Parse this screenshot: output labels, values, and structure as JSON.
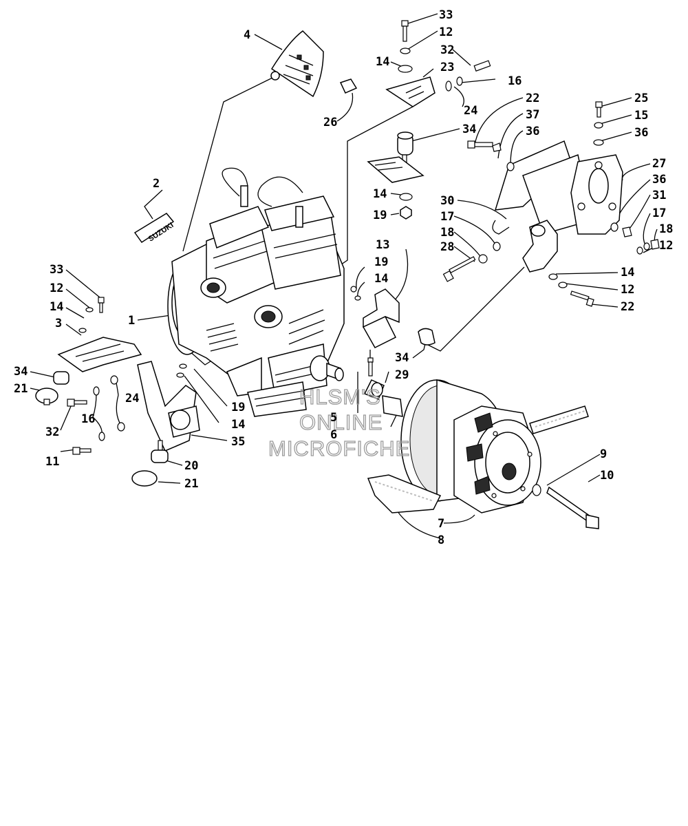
{
  "diagram": {
    "callouts": [
      {
        "id": "c33a",
        "text": "33"
      },
      {
        "id": "c12a",
        "text": "12"
      },
      {
        "id": "c32a",
        "text": "32"
      },
      {
        "id": "c14a",
        "text": "14"
      },
      {
        "id": "c23",
        "text": "23"
      },
      {
        "id": "c16a",
        "text": "16"
      },
      {
        "id": "c24a",
        "text": "24"
      },
      {
        "id": "c22a",
        "text": "22"
      },
      {
        "id": "c37",
        "text": "37"
      },
      {
        "id": "c36a",
        "text": "36"
      },
      {
        "id": "c34a",
        "text": "34"
      },
      {
        "id": "c25",
        "text": "25"
      },
      {
        "id": "c15",
        "text": "15"
      },
      {
        "id": "c36b",
        "text": "36"
      },
      {
        "id": "c27",
        "text": "27"
      },
      {
        "id": "c36c",
        "text": "36"
      },
      {
        "id": "c31",
        "text": "31"
      },
      {
        "id": "c17a",
        "text": "17"
      },
      {
        "id": "c18a",
        "text": "18"
      },
      {
        "id": "c12b",
        "text": "12"
      },
      {
        "id": "c30",
        "text": "30"
      },
      {
        "id": "c17b",
        "text": "17"
      },
      {
        "id": "c18b",
        "text": "18"
      },
      {
        "id": "c28",
        "text": "28"
      },
      {
        "id": "c14b",
        "text": "14"
      },
      {
        "id": "c12c",
        "text": "12"
      },
      {
        "id": "c22b",
        "text": "22"
      },
      {
        "id": "c4",
        "text": "4"
      },
      {
        "id": "c26",
        "text": "26"
      },
      {
        "id": "c2",
        "text": "2"
      },
      {
        "id": "c14c",
        "text": "14"
      },
      {
        "id": "c19a",
        "text": "19"
      },
      {
        "id": "c13",
        "text": "13"
      },
      {
        "id": "c19b",
        "text": "19"
      },
      {
        "id": "c14d",
        "text": "14"
      },
      {
        "id": "c33b",
        "text": "33"
      },
      {
        "id": "c12d",
        "text": "12"
      },
      {
        "id": "c14e",
        "text": "14"
      },
      {
        "id": "c3",
        "text": "3"
      },
      {
        "id": "c1",
        "text": "1"
      },
      {
        "id": "c34b",
        "text": "34"
      },
      {
        "id": "c21a",
        "text": "21"
      },
      {
        "id": "c24b",
        "text": "24"
      },
      {
        "id": "c32b",
        "text": "32"
      },
      {
        "id": "c16b",
        "text": "16"
      },
      {
        "id": "c11",
        "text": "11"
      },
      {
        "id": "c19c",
        "text": "19"
      },
      {
        "id": "c14f",
        "text": "14"
      },
      {
        "id": "c35",
        "text": "35"
      },
      {
        "id": "c20",
        "text": "20"
      },
      {
        "id": "c21b",
        "text": "21"
      },
      {
        "id": "c34c",
        "text": "34"
      },
      {
        "id": "c29",
        "text": "29"
      },
      {
        "id": "c5",
        "text": "5"
      },
      {
        "id": "c6",
        "text": "6"
      },
      {
        "id": "c9",
        "text": "9"
      },
      {
        "id": "c10",
        "text": "10"
      },
      {
        "id": "c7",
        "text": "7"
      },
      {
        "id": "c8",
        "text": "8"
      }
    ],
    "decal_text": "SUZUKI",
    "watermark": [
      "HLSM'S",
      "ONLINE",
      "MICROFICHE"
    ]
  }
}
